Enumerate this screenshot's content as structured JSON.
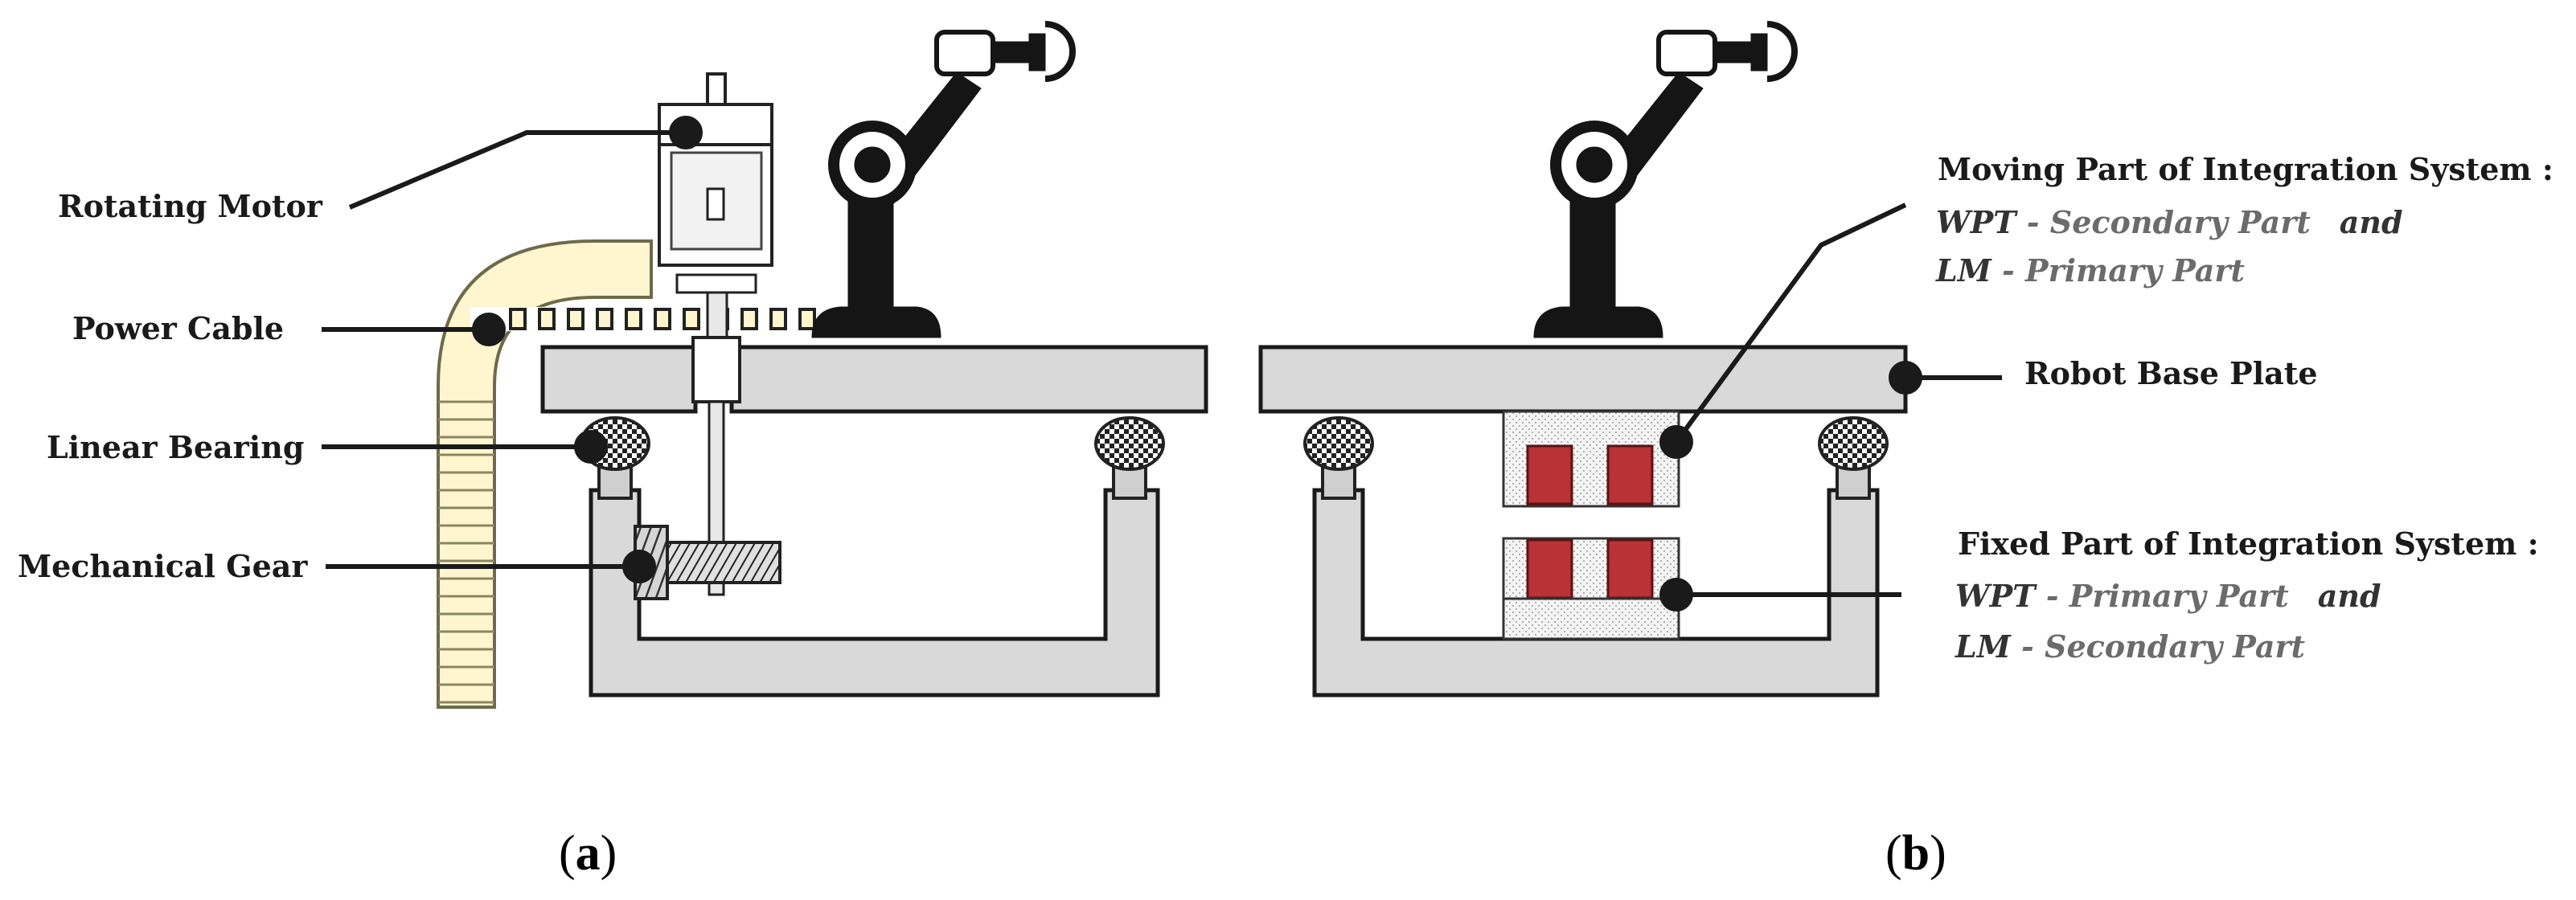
{
  "colors": {
    "plate": "#d9d9d9",
    "stroke": "#1a1a1a",
    "coil": "#b83236",
    "cable": "#fff6cf",
    "robot": "#151515",
    "text_grey": "#6b6b6b"
  },
  "panel_a": {
    "caption_open": "(",
    "caption_letter": "a",
    "caption_close": ")",
    "labels": {
      "rotating_motor": "Rotating Motor",
      "power_cable": "Power Cable",
      "linear_bearing": "Linear Bearing",
      "mechanical_gear": "Mechanical Gear"
    }
  },
  "panel_b": {
    "caption_open": "(",
    "caption_letter": "b",
    "caption_close": ")",
    "robot_base_plate": "Robot Base Plate",
    "moving_part": {
      "title": "Moving Part of Integration System :",
      "line1_a": "WPT",
      "line1_b": " - ",
      "line1_c": "Secondary Part",
      "line1_d": "and",
      "line2_a": "LM",
      "line2_b": "  - ",
      "line2_c": "Primary Part"
    },
    "fixed_part": {
      "title": "Fixed Part of Integration System :",
      "line1_a": "WPT",
      "line1_b": " - ",
      "line1_c": "Primary Part",
      "line1_d": "and",
      "line2_a": "LM",
      "line2_b": " - ",
      "line2_c": "Secondary Part"
    }
  }
}
